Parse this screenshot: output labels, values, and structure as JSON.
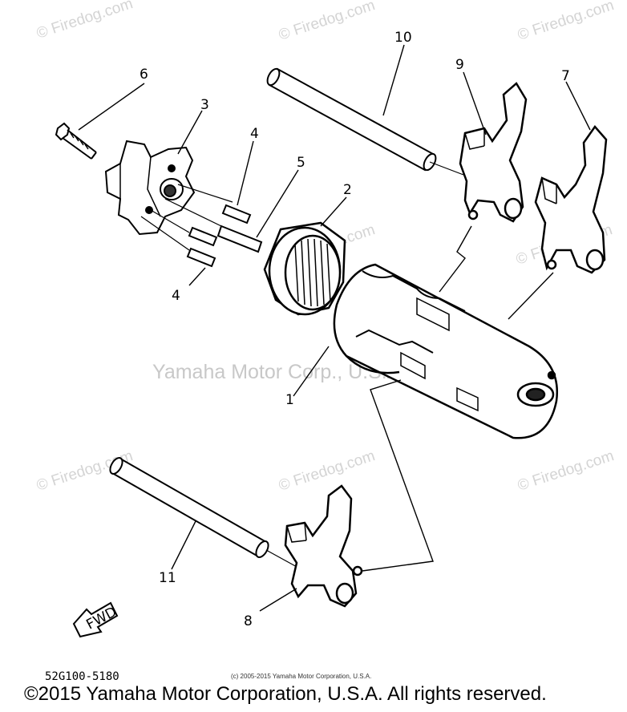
{
  "watermark": {
    "site": "© Firedog.com",
    "center": "Yamaha Motor Corp., U.S.A."
  },
  "callouts": [
    "1",
    "2",
    "3",
    "4",
    "4",
    "5",
    "6",
    "7",
    "8",
    "9",
    "10",
    "11"
  ],
  "fwd_label": "FWD",
  "part_code": "52G100-5180",
  "small_copyright": "(c) 2005-2015 Yamaha Motor Corporation, U.S.A.",
  "footer": "©2015 Yamaha Motor Corporation, U.S.A. All rights reserved."
}
